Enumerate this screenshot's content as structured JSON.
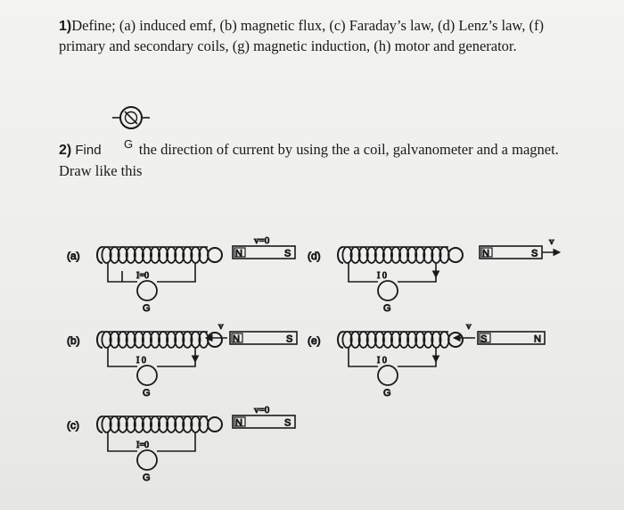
{
  "q1": {
    "number": "1)",
    "text_line1": "Define; (a) induced emf, (b) magnetic flux, (c) Faraday’s law, (d) Lenz’s law, (f)",
    "text_line2": "primary and secondary coils, (g) magnetic induction, (h) motor and generator."
  },
  "q2": {
    "number": "2)",
    "find": "Find",
    "text": "the direction of current by using the a coil, galvanometer and a magnet.",
    "draw": "Draw like this",
    "galv_label": "G"
  },
  "diagrams": {
    "a": {
      "label": "(a)",
      "current": "I=0",
      "velocity": "v=0",
      "pole_left": "N",
      "pole_right": "S",
      "galv": "G"
    },
    "b": {
      "label": "(b)",
      "current": "I 0",
      "velocity": "v",
      "pole_left": "N",
      "pole_right": "S",
      "galv": "G"
    },
    "c": {
      "label": "(c)",
      "current": "I=0",
      "velocity": "v=0",
      "pole_left": "N",
      "pole_right": "S",
      "galv": "G"
    },
    "d": {
      "label": "(d)",
      "current": "I 0",
      "velocity": "v",
      "pole_left": "N",
      "pole_right": "S",
      "galv": "G"
    },
    "e": {
      "label": "(e)",
      "current": "I 0",
      "velocity": "v",
      "pole_left": "S",
      "pole_right": "N",
      "galv": "G"
    }
  }
}
